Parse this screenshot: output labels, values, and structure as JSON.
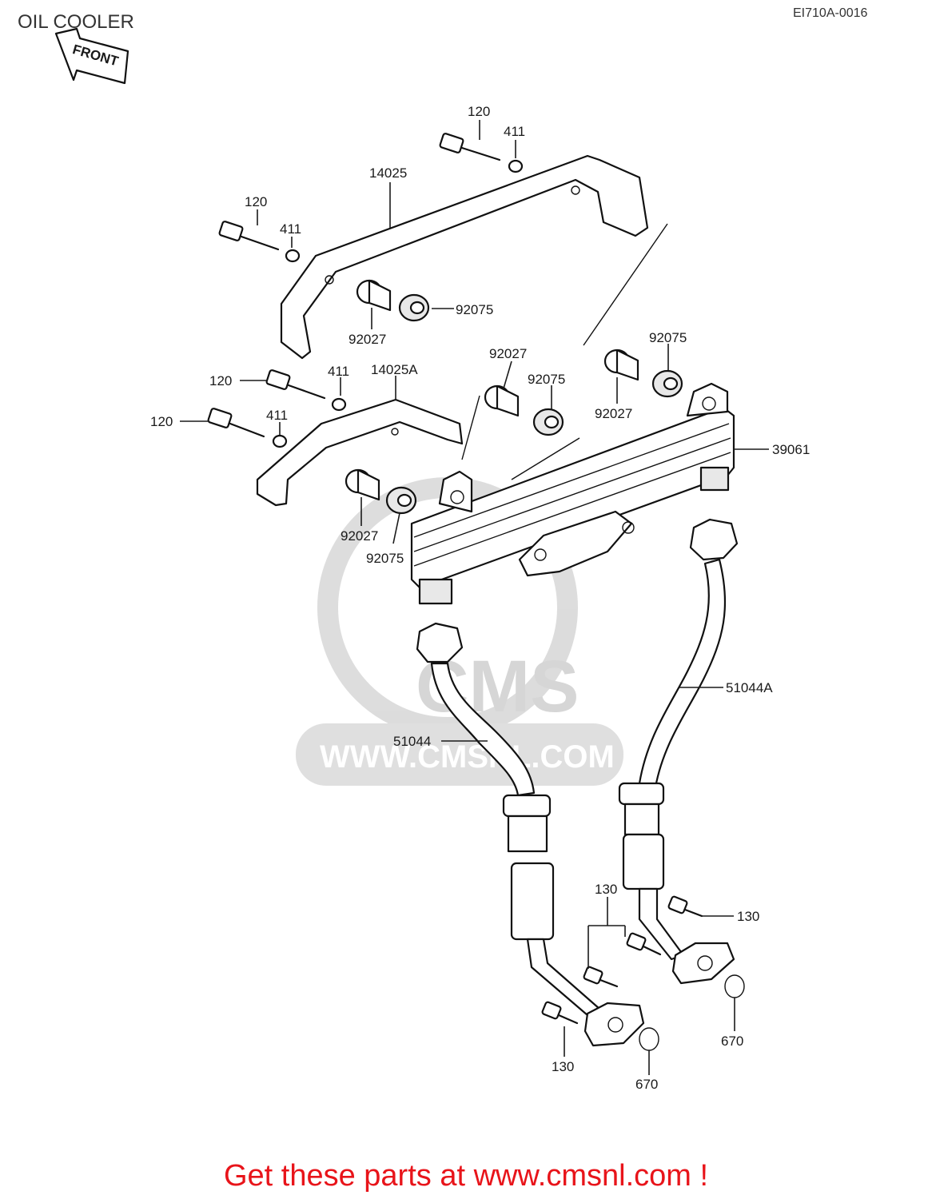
{
  "header": {
    "title": "OIL COOLER",
    "diagram_code": "EI710A-0016",
    "front_arrow_label": "FRONT"
  },
  "watermark": {
    "brand": "CMS",
    "url": "WWW.CMSNL.COM"
  },
  "callouts": {
    "bolt_120_a": "120",
    "washer_411_a": "411",
    "bracket_14025": "14025",
    "bolt_120_b": "120",
    "washer_411_b": "411",
    "collar_92027_a": "92027",
    "grommet_92075_a": "92075",
    "collar_92027_b": "92027",
    "grommet_92075_b": "92075",
    "grommet_92075_c": "92075",
    "collar_92027_c": "92027",
    "bolt_120_c": "120",
    "washer_411_c": "411",
    "bracket_14025a": "14025A",
    "bolt_120_d": "120",
    "washer_411_d": "411",
    "oil_cooler_39061": "39061",
    "collar_92027_d": "92027",
    "grommet_92075_d": "92075",
    "hose_51044a": "51044A",
    "hose_51044": "51044",
    "bolt_130_a": "130",
    "bolt_130_b": "130",
    "bolt_130_c": "130",
    "oring_670_a": "670",
    "oring_670_b": "670"
  },
  "footer": {
    "cta": "Get these parts at www.cmsnl.com !"
  },
  "colors": {
    "line": "#1a1a1a",
    "footer_text": "#e8141a",
    "watermark": "#d6d6d6"
  }
}
